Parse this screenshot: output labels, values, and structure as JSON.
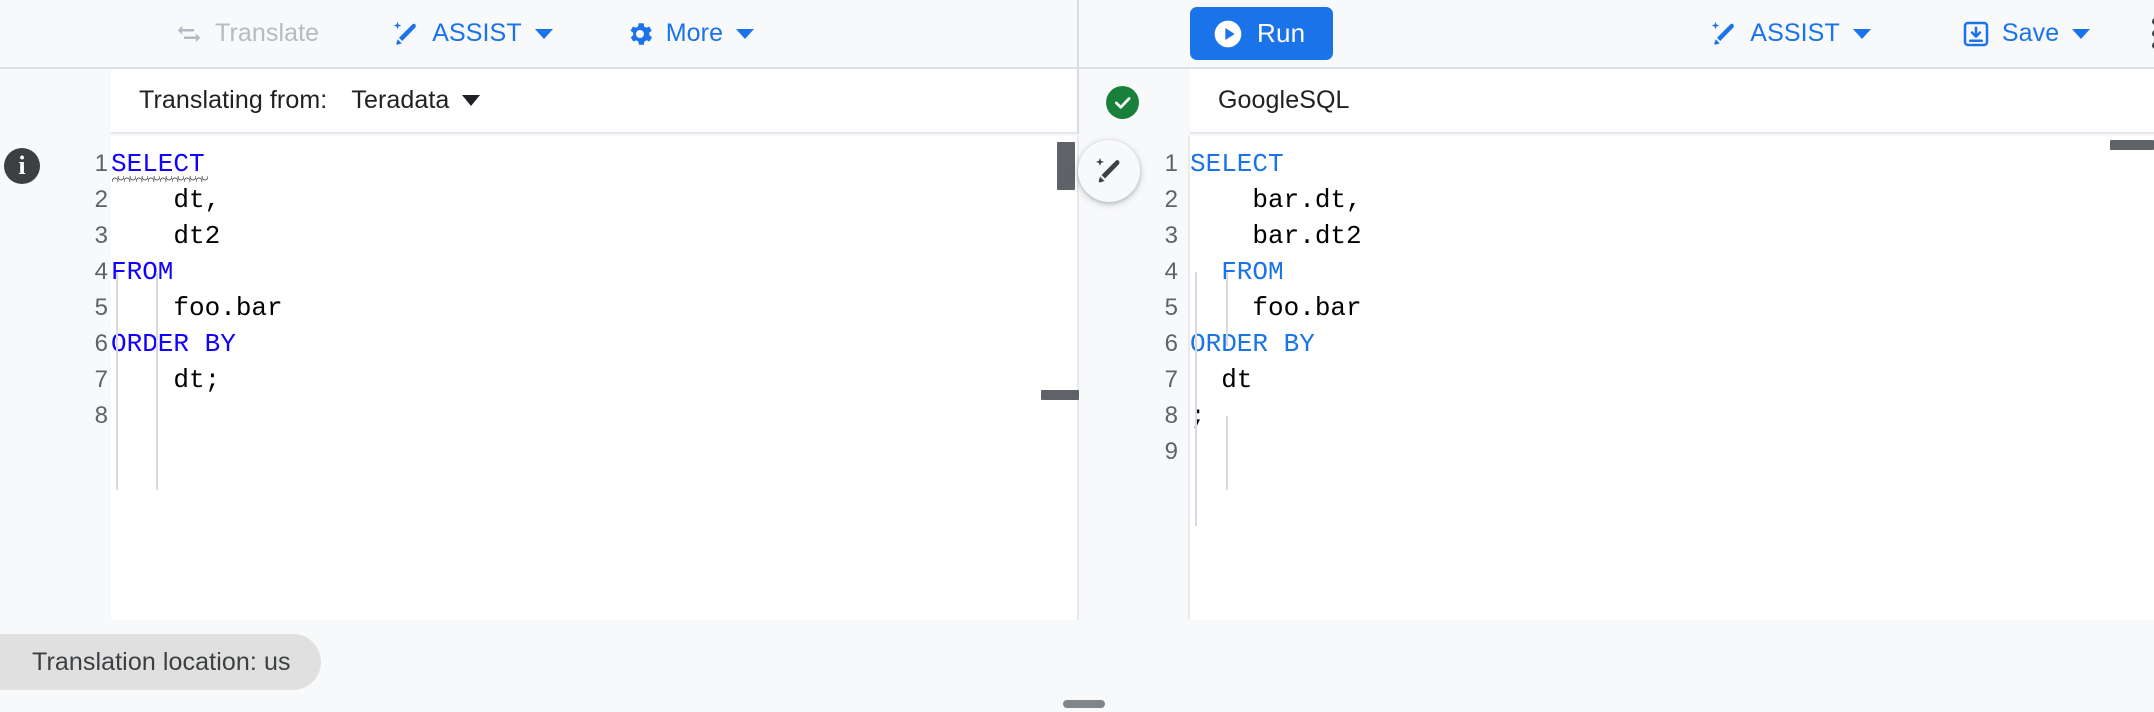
{
  "toolbar_left": {
    "translate": {
      "label": "Translate",
      "icon": "translate-swap-icon",
      "disabled": true
    },
    "assist": {
      "label": "ASSIST",
      "icon": "magic-wand-icon",
      "caret": true
    },
    "more": {
      "label": "More",
      "icon": "gear-icon",
      "caret": true
    }
  },
  "toolbar_right": {
    "run": {
      "label": "Run",
      "icon": "play-circle-icon"
    },
    "assist": {
      "label": "ASSIST",
      "icon": "magic-wand-icon",
      "caret": true
    },
    "save": {
      "label": "Save",
      "icon": "save-download-icon",
      "caret": true
    },
    "overflow": {
      "icon": "kebab-menu-icon",
      "label": "More options"
    }
  },
  "source_panel": {
    "prefix_label": "Translating from:",
    "selected_dialect": "Teradata",
    "status_icon": "check-circle-icon",
    "status": "valid",
    "info_icon": "info-icon",
    "line_numbers": [
      "1",
      "2",
      "3",
      "4",
      "5",
      "6",
      "7",
      "8"
    ],
    "lines": [
      {
        "n": "1",
        "segments": [
          {
            "t": "SELECT",
            "c": "keyword"
          }
        ],
        "squiggle": true
      },
      {
        "n": "2",
        "segments": [
          {
            "t": "    dt,",
            "c": "plain"
          }
        ]
      },
      {
        "n": "3",
        "segments": [
          {
            "t": "    dt2",
            "c": "plain"
          }
        ]
      },
      {
        "n": "4",
        "segments": [
          {
            "t": "FROM",
            "c": "keyword"
          }
        ]
      },
      {
        "n": "5",
        "segments": [
          {
            "t": "    foo.bar",
            "c": "plain"
          }
        ]
      },
      {
        "n": "6",
        "segments": [
          {
            "t": "ORDER BY",
            "c": "keyword"
          }
        ]
      },
      {
        "n": "7",
        "segments": [
          {
            "t": "    dt;",
            "c": "plain"
          }
        ]
      },
      {
        "n": "8",
        "segments": [
          {
            "t": "",
            "c": "plain"
          }
        ]
      }
    ],
    "code_text": "SELECT\n    dt,\n    dt2\nFROM\n    foo.bar\nORDER BY\n    dt;\n"
  },
  "target_panel": {
    "dialect": "GoogleSQL",
    "line_numbers": [
      "1",
      "2",
      "3",
      "4",
      "5",
      "6",
      "7",
      "8",
      "9"
    ],
    "lines": [
      {
        "n": "1",
        "segments": [
          {
            "t": "SELECT",
            "c": "keyword"
          }
        ]
      },
      {
        "n": "2",
        "segments": [
          {
            "t": "    bar.dt,",
            "c": "plain"
          }
        ]
      },
      {
        "n": "3",
        "segments": [
          {
            "t": "    bar.dt2",
            "c": "plain"
          }
        ]
      },
      {
        "n": "4",
        "segments": [
          {
            "t": "  FROM",
            "c": "keyword"
          }
        ]
      },
      {
        "n": "5",
        "segments": [
          {
            "t": "    foo.bar",
            "c": "plain"
          }
        ]
      },
      {
        "n": "6",
        "segments": [
          {
            "t": "ORDER BY",
            "c": "keyword"
          }
        ]
      },
      {
        "n": "7",
        "segments": [
          {
            "t": "  dt",
            "c": "plain"
          }
        ]
      },
      {
        "n": "8",
        "segments": [
          {
            "t": ";",
            "c": "plain"
          }
        ]
      },
      {
        "n": "9",
        "segments": [
          {
            "t": "",
            "c": "plain"
          }
        ]
      }
    ],
    "code_text": "SELECT\n    bar.dt,\n    bar.dt2\n  FROM\n    foo.bar\nORDER BY\n  dt\n;\n"
  },
  "assist_fab": {
    "icon": "magic-wand-icon",
    "label": "Assist"
  },
  "status_bar": {
    "chip_label": "Translation location: us"
  },
  "colors": {
    "accent_blue": "#1a73e8",
    "keyword_source": "#1100ff",
    "keyword_target": "#1a73e8",
    "success_green": "#188038",
    "disabled_gray": "#b6bbc1",
    "text_primary": "#202124",
    "panel_bg": "#f8f9fa",
    "editor_bg": "#ffffff"
  }
}
